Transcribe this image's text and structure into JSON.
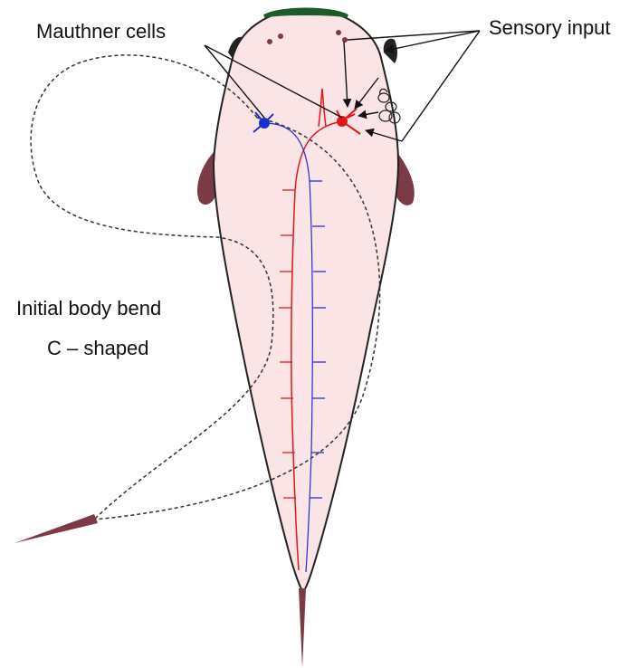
{
  "labels": {
    "mauthner_cells": "Mauthner cells",
    "sensory_input": "Sensory input",
    "initial_body_bend": "Initial body bend",
    "c_shaped": "C – shaped"
  },
  "colors": {
    "body_fill": "#fbe4e6",
    "body_outline": "#222222",
    "fin": "#7a3b47",
    "head_cap": "#1f5a2a",
    "left_mauthner_neuron": "#1a2fd0",
    "right_mauthner_neuron": "#e01818",
    "dashed_outline": "#333333",
    "pointer_lines": "#111111"
  }
}
